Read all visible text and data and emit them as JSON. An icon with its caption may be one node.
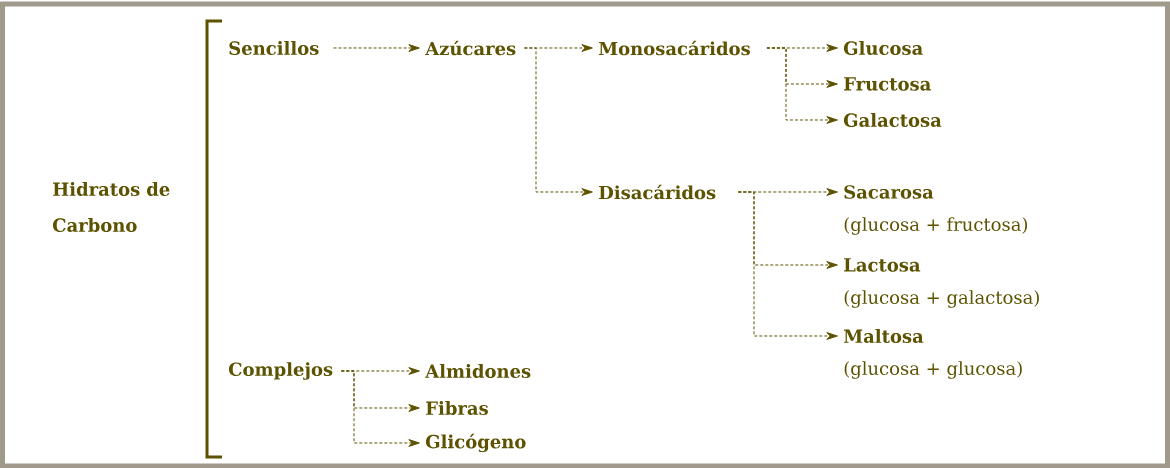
{
  "diagram": {
    "nodes": [
      {
        "text": [
          "Hidratos de Carbono"
        ]
      },
      {
        "text": [
          "Sencillos"
        ]
      },
      {
        "text": [
          "Azúcares"
        ]
      },
      {
        "text": [
          "Monosacáridos"
        ]
      },
      {
        "text": [
          "Glucosa"
        ]
      },
      {
        "text": [
          "Fructosa"
        ]
      },
      {
        "text": [
          "Galactosa"
        ]
      },
      {
        "text": [
          "Disacáridos"
        ]
      },
      {
        "text": [
          "Sacarosa"
        ],
        "beside": [
          "(glucosa + fructosa)"
        ]
      },
      {
        "text": [
          "Lactosa"
        ],
        "beside": [
          "(glucosa + galactosa)"
        ]
      },
      {
        "text": [
          "Maltosa"
        ],
        "beside": [
          "(glucosa + glucosa)"
        ]
      },
      {
        "text": [
          "Complejos"
        ]
      },
      {
        "text": [
          "Almidones"
        ]
      },
      {
        "text": [
          "Fibras"
        ]
      },
      {
        "text": [
          "Glicógeno"
        ]
      }
    ],
    "edges": [
      {
        "from": 1,
        "to": 2,
        "arrow": "to",
        "style": "dashed"
      },
      {
        "from": 2,
        "to": 3,
        "arrow": "to",
        "style": "dashed"
      },
      {
        "from": 2,
        "to": 7,
        "arrow": "to",
        "style": "dashed"
      },
      {
        "from": 3,
        "to": 4,
        "arrow": "to",
        "style": "dashed"
      },
      {
        "from": 3,
        "to": 5,
        "arrow": "to",
        "style": "dashed"
      },
      {
        "from": 3,
        "to": 6,
        "arrow": "to",
        "style": "dashed"
      },
      {
        "from": 7,
        "to": 8,
        "arrow": "to",
        "style": "dashed"
      },
      {
        "from": 7,
        "to": 9,
        "arrow": "to",
        "style": "dashed"
      },
      {
        "from": 7,
        "to": 10,
        "arrow": "to",
        "style": "dashed"
      },
      {
        "from": 11,
        "to": 12,
        "arrow": "to",
        "style": "dashed"
      },
      {
        "from": 11,
        "to": 13,
        "arrow": "to",
        "style": "dashed"
      },
      {
        "from": 11,
        "to": 14,
        "arrow": "to",
        "style": "dashed"
      }
    ]
  }
}
